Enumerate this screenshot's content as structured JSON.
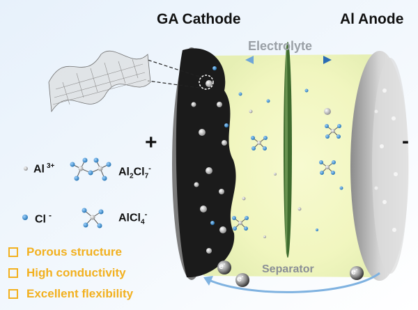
{
  "header": {
    "cathode": "GA Cathode",
    "anode": "Al Anode"
  },
  "electrolyte": "Electrolyte",
  "separator": "Separator",
  "signs": {
    "plus": "+",
    "minus": "-"
  },
  "legend": [
    {
      "symbol": "Al",
      "charge": "3+"
    },
    {
      "symbol": "Al2Cl7",
      "parts": [
        "Al",
        "2",
        "Cl",
        "7",
        "-"
      ]
    },
    {
      "symbol": "Cl",
      "charge": "-"
    },
    {
      "symbol": "AlCl4",
      "parts": [
        "AlCl",
        "4",
        "-"
      ]
    }
  ],
  "electron": {
    "symbol": "e",
    "charge": "-"
  },
  "features": [
    "Porous structure",
    "High conductivity",
    "Excellent flexibility"
  ],
  "colors": {
    "feature": "#f2b01e",
    "electrolyte_fill": "#f4f8c4",
    "separator": "#3e6b2e",
    "cathode": "#1b1b1b",
    "anode": "#c9c9c9",
    "ion_blue": "#2f86c9"
  }
}
